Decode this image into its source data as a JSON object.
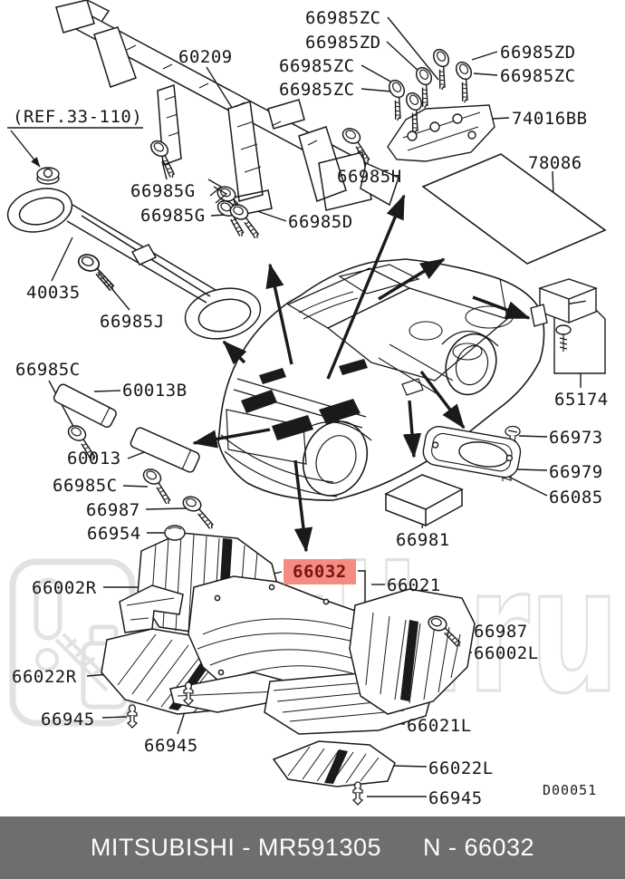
{
  "diagram": {
    "labels": [
      {
        "text": "(REF.33-110)",
        "kind": "ref"
      },
      {
        "text": "60209"
      },
      {
        "text": "66985ZC"
      },
      {
        "text": "66985ZD"
      },
      {
        "text": "66985ZC"
      },
      {
        "text": "66985ZC"
      },
      {
        "text": "66985ZD"
      },
      {
        "text": "66985ZC"
      },
      {
        "text": "74016BB"
      },
      {
        "text": "78086"
      },
      {
        "text": "66985H"
      },
      {
        "text": "66985G"
      },
      {
        "text": "66985G"
      },
      {
        "text": "66985D"
      },
      {
        "text": "40035"
      },
      {
        "text": "66985J"
      },
      {
        "text": "66985C"
      },
      {
        "text": "60013B"
      },
      {
        "text": "60013"
      },
      {
        "text": "66985C"
      },
      {
        "text": "66987"
      },
      {
        "text": "66954"
      },
      {
        "text": "66002R"
      },
      {
        "text": "66022R"
      },
      {
        "text": "66945"
      },
      {
        "text": "66945"
      },
      {
        "text": "65174"
      },
      {
        "text": "66973"
      },
      {
        "text": "66979"
      },
      {
        "text": "66085"
      },
      {
        "text": "66981"
      },
      {
        "text": "66032",
        "kind": "highlight"
      },
      {
        "text": "66021"
      },
      {
        "text": "66987"
      },
      {
        "text": "66002L"
      },
      {
        "text": "66021L"
      },
      {
        "text": "66022L"
      },
      {
        "text": "66945"
      },
      {
        "text": "D00051",
        "kind": "code"
      }
    ],
    "highlighted_part": "66032"
  },
  "watermark": {
    "text": "Ruli.ru"
  },
  "theme": {
    "highlight_bg": "#f58c82",
    "highlight_text": "#7a1410",
    "footer_bg": "#6e6e6e",
    "line_color": "#1a1a1a",
    "watermark_color": "#e2e2e2"
  },
  "footer": {
    "left": "MITSUBISHI - MR591305",
    "right": "N - 66032"
  }
}
